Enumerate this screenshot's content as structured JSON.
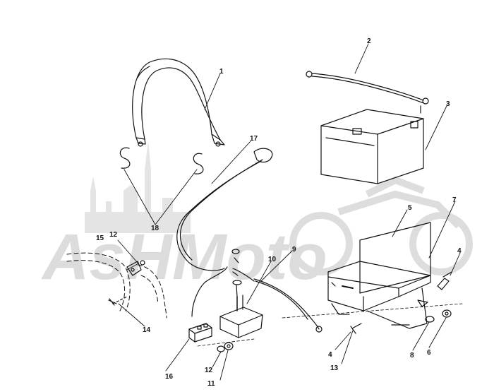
{
  "diagram": {
    "watermark": {
      "text": "AsHMoto",
      "color": "#d6d6d6"
    },
    "line_color": "#111111",
    "callouts": [
      {
        "id": "c1",
        "label": "1"
      },
      {
        "id": "c2",
        "label": "2"
      },
      {
        "id": "c3",
        "label": "3"
      },
      {
        "id": "c4a",
        "label": "4"
      },
      {
        "id": "c4b",
        "label": "4"
      },
      {
        "id": "c5",
        "label": "5"
      },
      {
        "id": "c6",
        "label": "6"
      },
      {
        "id": "c7",
        "label": "7"
      },
      {
        "id": "c8",
        "label": "8"
      },
      {
        "id": "c9",
        "label": "9"
      },
      {
        "id": "c10",
        "label": "10"
      },
      {
        "id": "c11",
        "label": "11"
      },
      {
        "id": "c12a",
        "label": "12"
      },
      {
        "id": "c12b",
        "label": "12"
      },
      {
        "id": "c13",
        "label": "13"
      },
      {
        "id": "c14",
        "label": "14"
      },
      {
        "id": "c15",
        "label": "15"
      },
      {
        "id": "c16",
        "label": "16"
      },
      {
        "id": "c17",
        "label": "17"
      },
      {
        "id": "c18",
        "label": "18"
      }
    ]
  }
}
